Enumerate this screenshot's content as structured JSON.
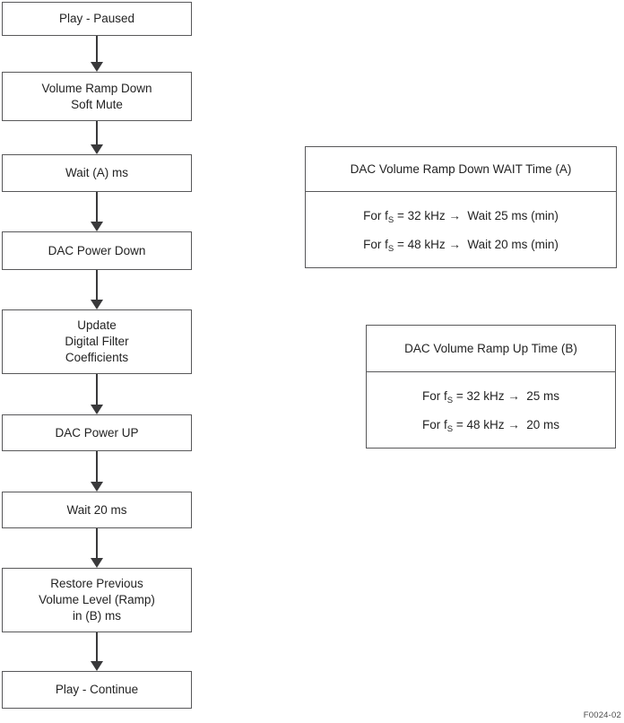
{
  "flowchart": {
    "steps": [
      {
        "id": "play-paused",
        "lines": [
          "Play - Paused"
        ]
      },
      {
        "id": "volume-ramp-down",
        "lines": [
          "Volume Ramp Down",
          "Soft Mute"
        ]
      },
      {
        "id": "wait-a-ms",
        "lines": [
          "Wait (A) ms"
        ]
      },
      {
        "id": "dac-power-down",
        "lines": [
          "DAC Power Down"
        ]
      },
      {
        "id": "update-coefficients",
        "lines": [
          "Update",
          "Digital Filter",
          "Coefficients"
        ]
      },
      {
        "id": "dac-power-up",
        "lines": [
          "DAC Power UP"
        ]
      },
      {
        "id": "wait-20-ms",
        "lines": [
          "Wait 20 ms"
        ]
      },
      {
        "id": "restore-volume",
        "lines": [
          "Restore Previous",
          "Volume Level (Ramp)",
          "in (B) ms"
        ]
      },
      {
        "id": "play-continue",
        "lines": [
          "Play - Continue"
        ]
      }
    ]
  },
  "info_boxes": [
    {
      "title": "DAC Volume Ramp Down WAIT Time (A)",
      "rows": [
        {
          "pre": "For f",
          "sub": "S",
          "post": " = 32 kHz →  Wait 25 ms (min)"
        },
        {
          "pre": "For f",
          "sub": "S",
          "post": " = 48 kHz →  Wait 20 ms (min)"
        }
      ]
    },
    {
      "title": "DAC Volume Ramp Up Time (B)",
      "rows": [
        {
          "pre": "For f",
          "sub": "S",
          "post": " = 32 kHz →  25 ms"
        },
        {
          "pre": "For f",
          "sub": "S",
          "post": " = 48 kHz →  20 ms"
        }
      ]
    }
  ],
  "figure_id": "F0024-02",
  "colors": {
    "border": "#58585a",
    "arrow": "#39393b",
    "text": "#232323",
    "background": "#ffffff"
  }
}
